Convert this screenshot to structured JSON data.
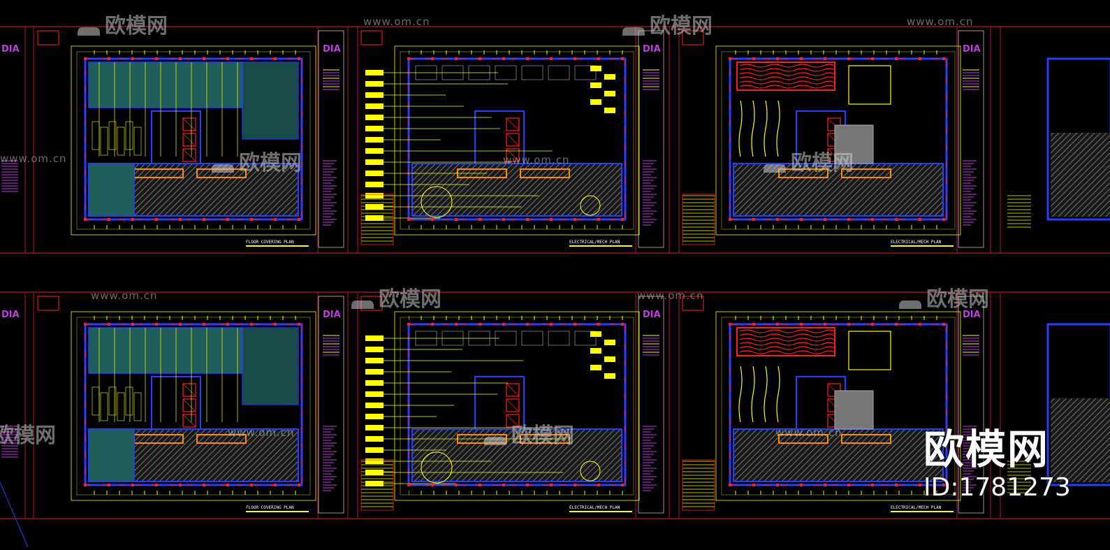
{
  "watermarks": {
    "site": "www.om.cn",
    "brand": "欧模网"
  },
  "brand_overlay": {
    "name": "欧模网",
    "id_text": "ID:1781273"
  },
  "logo_text": "DIA",
  "sheets": {
    "top": [
      "FLOOR COVERING PLAN",
      "ELECTRICAL/MECH PLAN",
      "ELECTRICAL/MECH PLAN"
    ],
    "bottom": [
      "FLOOR COVERING PLAN",
      "ELECTRICAL/MECH PLAN",
      "ELECTRICAL/MECH PLAN"
    ]
  },
  "colors": {
    "background": "#000000",
    "frame_red": "#b0182a",
    "wall_blue": "#2340ff",
    "dim_yellow": "#ffff00",
    "hatch_gray": "#8a8a8a",
    "floor_teal": "#1f5e5a",
    "accent_orange": "#ff8a00",
    "magenta": "#c23be0",
    "light_red": "#ff2020"
  }
}
